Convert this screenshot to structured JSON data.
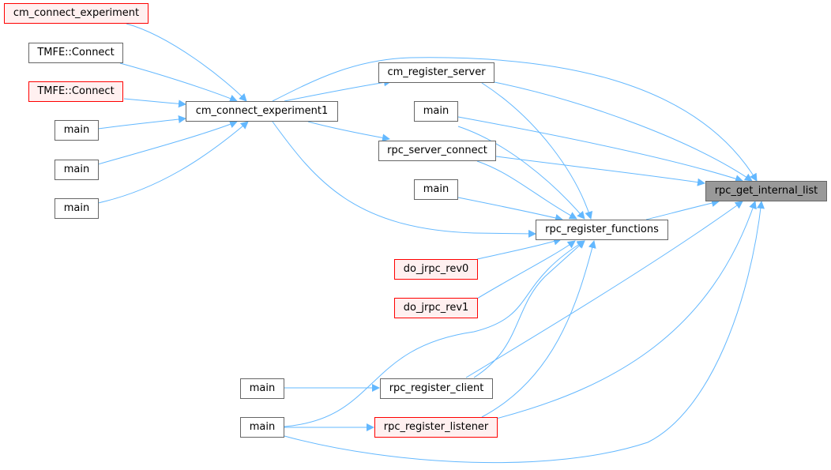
{
  "diagram": {
    "nodes": {
      "cm_connect_experiment": "cm_connect_experiment",
      "tmfe_connect_a": "TMFE::Connect",
      "tmfe_connect_b": "TMFE::Connect",
      "main_1": "main",
      "main_2": "main",
      "main_3": "main",
      "cm_connect_experiment1": "cm_connect_experiment1",
      "cm_register_server": "cm_register_server",
      "main_4": "main",
      "rpc_server_connect": "rpc_server_connect",
      "main_5": "main",
      "rpc_register_functions": "rpc_register_functions",
      "do_jrpc_rev0": "do_jrpc_rev0",
      "do_jrpc_rev1": "do_jrpc_rev1",
      "main_6": "main",
      "rpc_register_client": "rpc_register_client",
      "main_7": "main",
      "rpc_register_listener": "rpc_register_listener",
      "rpc_get_internal_list": "rpc_get_internal_list"
    },
    "edge_color": "#63b8ff",
    "highlight_border": "#ff0000",
    "highlight_fill": "#fff0f0",
    "target_fill": "#999999",
    "node_border": "#666666"
  }
}
